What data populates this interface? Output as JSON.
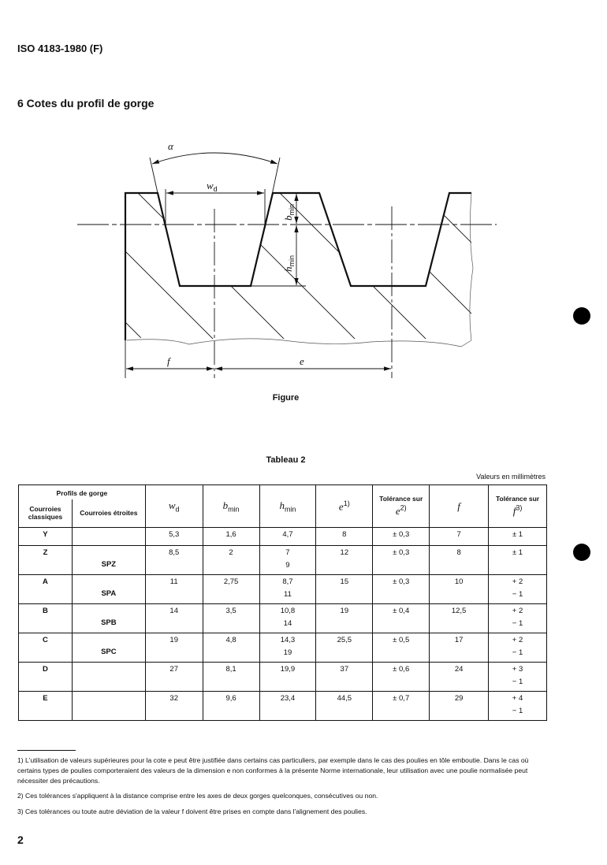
{
  "header": "ISO 4183-1980 (F)",
  "section_title": "6 Cotes du profil de gorge",
  "figure": {
    "caption": "Figure",
    "labels": {
      "alpha": "α",
      "wd": "w",
      "wd_sub": "d",
      "bmin": "b",
      "bmin_sub": "min",
      "hmin": "h",
      "hmin_sub": "min",
      "f": "f",
      "e": "e"
    }
  },
  "table": {
    "caption": "Tableau 2",
    "units": "Valeurs en millimètres",
    "headers": {
      "profils": "Profils de gorge",
      "classiques": "Courroies classiques",
      "etroites": "Courroies étroites",
      "wd": "w",
      "wd_sub": "d",
      "bmin": "b",
      "bmin_sub": "min",
      "hmin": "h",
      "hmin_sub": "min",
      "e": "e",
      "e_sup": "1)",
      "tol_e": "Tolérance sur",
      "tol_e_sym": "e",
      "tol_e_sup": "2)",
      "f": "f",
      "tol_f": "Tolérance sur",
      "tol_f_sym": "f",
      "tol_f_sup": "3)"
    },
    "rows": [
      {
        "c": "Y",
        "n": "",
        "wd": "5,3",
        "b": "1,6",
        "h1": "4,7",
        "h2": "",
        "e": "8",
        "te": "± 0,3",
        "f": "7",
        "tf1": "± 1",
        "tf2": ""
      },
      {
        "c": "Z",
        "n": "SPZ",
        "wd": "8,5",
        "b": "2",
        "h1": "7",
        "h2": "9",
        "e": "12",
        "te": "± 0,3",
        "f": "8",
        "tf1": "± 1",
        "tf2": ""
      },
      {
        "c": "A",
        "n": "SPA",
        "wd": "11",
        "b": "2,75",
        "h1": "8,7",
        "h2": "11",
        "e": "15",
        "te": "± 0,3",
        "f": "10",
        "tf1": "+ 2",
        "tf2": "− 1"
      },
      {
        "c": "B",
        "n": "SPB",
        "wd": "14",
        "b": "3,5",
        "h1": "10,8",
        "h2": "14",
        "e": "19",
        "te": "± 0,4",
        "f": "12,5",
        "tf1": "+ 2",
        "tf2": "− 1"
      },
      {
        "c": "C",
        "n": "SPC",
        "wd": "19",
        "b": "4,8",
        "h1": "14,3",
        "h2": "19",
        "e": "25,5",
        "te": "± 0,5",
        "f": "17",
        "tf1": "+ 2",
        "tf2": "− 1"
      },
      {
        "c": "D",
        "n": "",
        "wd": "27",
        "b": "8,1",
        "h1": "19,9",
        "h2": "",
        "e": "37",
        "te": "± 0,6",
        "f": "24",
        "tf1": "+ 3",
        "tf2": "− 1"
      },
      {
        "c": "E",
        "n": "",
        "wd": "32",
        "b": "9,6",
        "h1": "23,4",
        "h2": "",
        "e": "44,5",
        "te": "± 0,7",
        "f": "29",
        "tf1": "+ 4",
        "tf2": "− 1"
      }
    ]
  },
  "footnotes": [
    "1)   L'utilisation de valeurs supérieures pour la cote e peut être justifiée dans certains cas particuliers, par exemple dans le cas des poulies en tôle emboutie. Dans le cas où certains types de poulies comporteraient des valeurs de la dimension e non conformes à la présente Norme internationale, leur utilisation avec une poulie normalisée peut nécessiter des précautions.",
    "2)   Ces tolérances s'appliquent à la distance comprise entre les axes de deux gorges quelconques, consécutives ou non.",
    "3)   Ces tolérances ou toute autre déviation de la valeur f doivent être prises en compte dans l'alignement des poulies."
  ],
  "page_number": "2"
}
